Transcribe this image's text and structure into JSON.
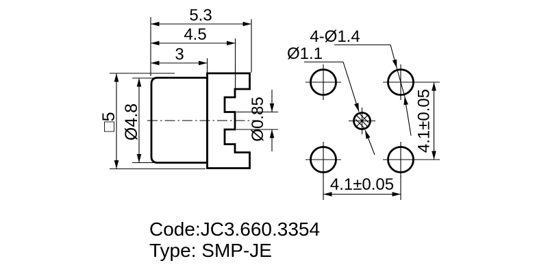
{
  "drawing": {
    "background_color": "#ffffff",
    "line_color": "#000000",
    "side_view": {
      "overall_width": "5.3",
      "step_width": "4.5",
      "body_width": "3",
      "outline_square": "□5",
      "body_diameter": "Ø4.8",
      "pin_diameter": "Ø0.85"
    },
    "pad_view": {
      "corner_holes": "4-Ø1.4",
      "center_hole": "Ø1.1",
      "pitch_horizontal": "4.1±0.05",
      "pitch_vertical": "4.1±0.05"
    },
    "footer": {
      "code": "Code:JC3.660.3354",
      "type": "Type: SMP-JE"
    }
  }
}
